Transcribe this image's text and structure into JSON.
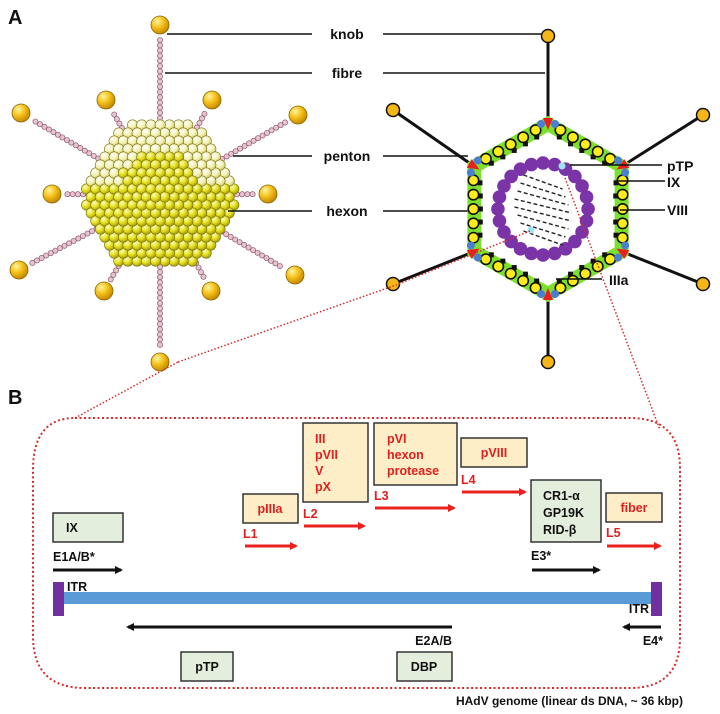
{
  "figure": {
    "panel_a_label": "A",
    "panel_b_label": "B",
    "colors": {
      "capsomer_yellow": "#e8e41c",
      "capsomer_pale": "#f6f3b8",
      "fibre_pink": "#e8c3d2",
      "knob_gold": "#f5b617",
      "shell_green": "#7ee02e",
      "core_purple": "#7a34a8",
      "dna_blue": "#5b9bd5",
      "itr_purple": "#7030a0",
      "late_red": "#e8201e",
      "late_box_fill": "#fdeec7",
      "early_box_fill": "#e3eedc",
      "dotted_outline": "#d62b2b"
    }
  },
  "panel_a": {
    "labels": {
      "knob": "knob",
      "fibre": "fibre",
      "penton": "penton",
      "hexon": "hexon",
      "pTP": "pTP",
      "IX": "IX",
      "VIII": "VIII",
      "IIIa": "IIIa"
    }
  },
  "panel_b": {
    "early_boxes": {
      "IX": "IX",
      "pTP": "pTP",
      "DBP": "DBP",
      "E3_lines": [
        "CR1-α",
        "GP19K",
        "RID-β"
      ]
    },
    "late_boxes": {
      "L1": [
        "pIIIa"
      ],
      "L2": [
        "III",
        "pVII",
        "V",
        "pX"
      ],
      "L3": [
        "pVI",
        "hexon",
        "protease"
      ],
      "L4": [
        "pVIII"
      ],
      "L5": [
        "fiber"
      ]
    },
    "late_units": [
      "L1",
      "L2",
      "L3",
      "L4",
      "L5"
    ],
    "early_units": {
      "E1": "E1A/B*",
      "E2": "E2A/B",
      "E3": "E3*",
      "E4": "E4*"
    },
    "itr_left": "ITR",
    "itr_right": "ITR",
    "caption": "HAdV genome (linear ds DNA, ~ 36 kbp)"
  }
}
